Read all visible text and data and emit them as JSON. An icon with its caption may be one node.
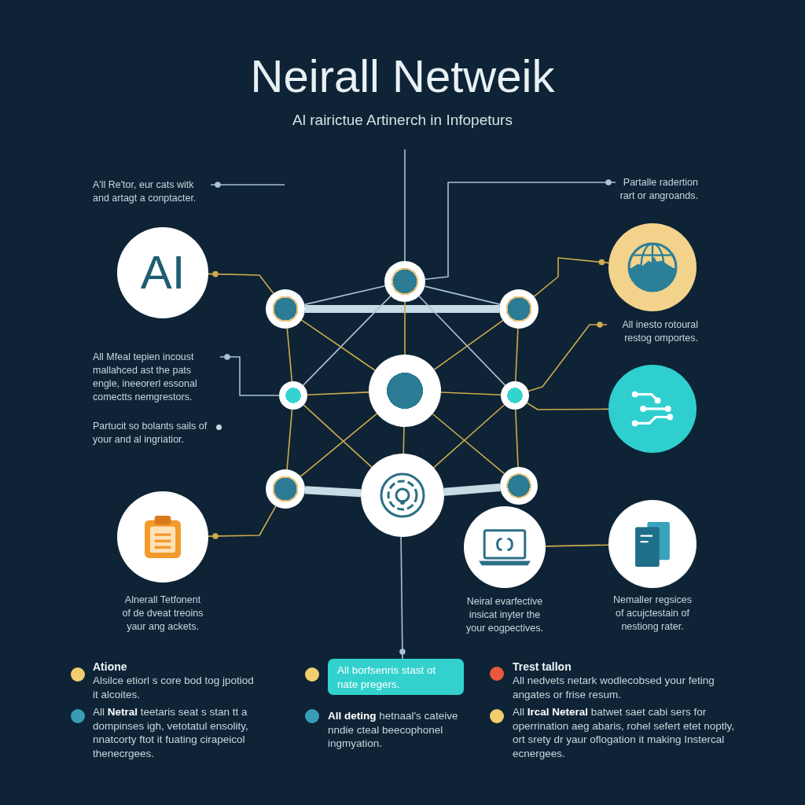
{
  "diagram": {
    "title": "Neirall Netweik",
    "nodes": [
      {
        "text": [
          "A'll Re'tor, eur cats witk and artagt a conptacter."
        ]
      },
      {
        "text": [
          "Partalle radertion rart or angroands."
        ]
      },
      {
        "text": [],
        "shape": "picture"
      },
      {
        "text": [
          "AI"
        ]
      },
      {
        "text": [],
        "shape": "circle"
      },
      {
        "text": [],
        "shape": "circle"
      },
      {
        "text": [],
        "shape": "circle"
      },
      {
        "text": [
          "All inesto rotoural restog omportes."
        ]
      },
      {
        "text": [
          "All Mfeal tepien incoust mallahced ast the pats engle, ineeorerl essonal comectts nemgrestors."
        ]
      },
      {
        "text": [],
        "shape": "circle"
      },
      {
        "text": [],
        "shape": "circle"
      },
      {
        "text": [],
        "shape": "circle"
      },
      {
        "text": [],
        "shape": "picture"
      },
      {
        "text": [],
        "shape": "circle"
      },
      {
        "text": [],
        "shape": "picture"
      },
      {
        "text": [],
        "shape": "circle"
      },
      {
        "text": [],
        "shape": "picture",
        "beside": [
          "Alnerall Tetfonent of de dveat treoins yaur ang ackets."
        ]
      },
      {
        "text": [],
        "shape": "picture",
        "beside": [
          "Neiral evarfective insicat inyter the your eogpectives."
        ]
      },
      {
        "text": [],
        "shape": "picture",
        "beside": [
          "Nemaller regsices of acujctestain of nestiong rater."
        ]
      },
      {
        "text": [
          "All borfsenris stast ot nate pregers."
        ]
      }
    ],
    "edges": [
      {
        "from": 0,
        "to": null,
        "arrow": "other",
        "color": "#a9c3d3"
      },
      {
        "from": 1,
        "to": 4,
        "arrow": "other",
        "color": "#a9c3d3"
      },
      {
        "from": null,
        "to": 4,
        "arrow": "none",
        "color": "#a9c3d3"
      },
      {
        "from": 3,
        "to": 5,
        "arrow": "other"
      },
      {
        "from": 2,
        "to": 6,
        "arrow": "other"
      },
      {
        "from": 7,
        "to": 11,
        "arrow": "other"
      },
      {
        "from": 8,
        "to": 9,
        "arrow": "other",
        "color": "#a9c3d3"
      },
      {
        "from": 11,
        "to": 12,
        "arrow": "none"
      },
      {
        "from": 16,
        "to": 13,
        "arrow": "other"
      },
      {
        "from": 17,
        "to": 18,
        "arrow": "none"
      },
      {
        "from": 19,
        "to": 14,
        "arrow": "other",
        "color": "#a9c3d3"
      },
      {
        "from": 5,
        "to": 6,
        "arrow": "none",
        "style": "thick",
        "color": "#c6dbe5"
      },
      {
        "from": 13,
        "to": 14,
        "arrow": "none",
        "style": "thick",
        "color": "#c6dbe5"
      },
      {
        "from": 14,
        "to": 15,
        "arrow": "none",
        "style": "thick",
        "color": "#c6dbe5"
      },
      {
        "from": 5,
        "to": 4,
        "arrow": "none",
        "color": "#a9c3d3"
      },
      {
        "from": 4,
        "to": 6,
        "arrow": "none",
        "color": "#a9c3d3"
      },
      {
        "from": 4,
        "to": 9,
        "arrow": "none",
        "color": "#a9c3d3"
      },
      {
        "from": 4,
        "to": 11,
        "arrow": "none",
        "color": "#a9c3d3"
      },
      {
        "from": 4,
        "to": 10,
        "arrow": "none"
      },
      {
        "from": 5,
        "to": 9,
        "arrow": "none"
      },
      {
        "from": 5,
        "to": 10,
        "arrow": "none"
      },
      {
        "from": 6,
        "to": 11,
        "arrow": "none"
      },
      {
        "from": 6,
        "to": 10,
        "arrow": "none"
      },
      {
        "from": 9,
        "to": 10,
        "arrow": "none"
      },
      {
        "from": 10,
        "to": 11,
        "arrow": "none"
      },
      {
        "from": 9,
        "to": 13,
        "arrow": "none"
      },
      {
        "from": 9,
        "to": 14,
        "arrow": "none"
      },
      {
        "from": 10,
        "to": 13,
        "arrow": "none"
      },
      {
        "from": 10,
        "to": 15,
        "arrow": "none"
      },
      {
        "from": 11,
        "to": 15,
        "arrow": "none"
      },
      {
        "from": 11,
        "to": 14,
        "arrow": "none"
      },
      {
        "from": 10,
        "to": 14,
        "arrow": "none"
      }
    ],
    "labels": [
      "Al rairictue Artinerch in Infopeturs",
      "Partucit so bolants sails of your and al ingriatior.",
      "Atione",
      "Alsilce etiorl s core bod tog jpotiod it alcoites.",
      "All **Netral** teetaris seat s stan tt a dompinses igh, vetotatul ensolity, nnatcorty ftot it fuating cirapeicol thenecrgees.",
      "**All deting** hetnaal's cateive nndie cteal beecophonel ingmyation.",
      "Trest tallon",
      "All nedvets netark wodlecobsed your feting angates or frise resum.",
      "All **Ircal Neteral** batwet saet cabi sers for operrination aeg abaris, rohel sefert etet noptly, ort srety dr yaur oflogation it making Instercal ecnergees."
    ]
  }
}
